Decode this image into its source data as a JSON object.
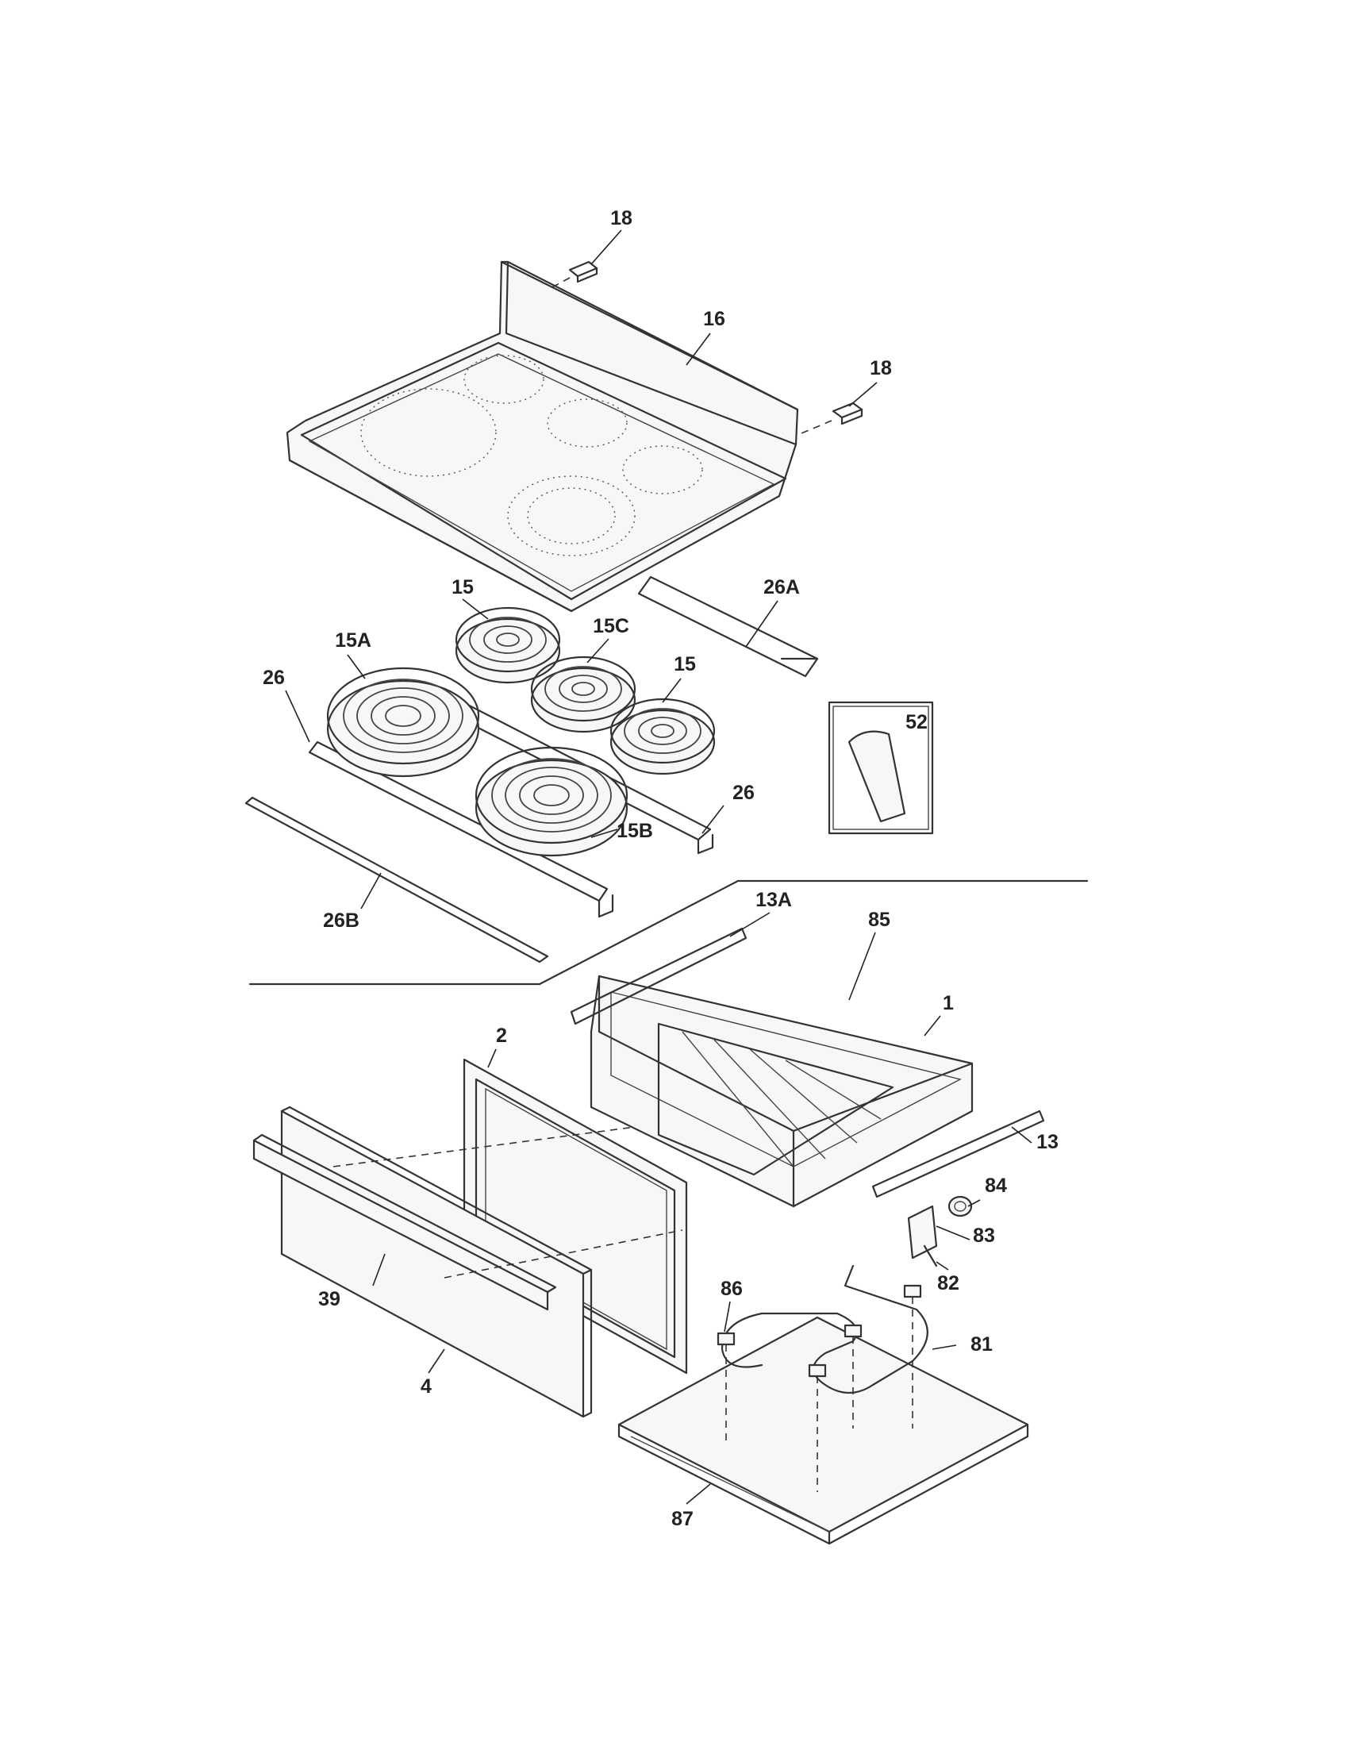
{
  "labels": {
    "p18a": "18",
    "p16": "16",
    "p18b": "18",
    "p26A": "26A",
    "p15a": "15",
    "p15C": "15C",
    "p15A": "15A",
    "p15b": "15",
    "p26a": "26",
    "p52": "52",
    "p26b": "26",
    "p15B": "15B",
    "p26B": "26B",
    "p13A": "13A",
    "p85": "85",
    "p1": "1",
    "p2": "2",
    "p13": "13",
    "p84": "84",
    "p83": "83",
    "p82": "82",
    "p86": "86",
    "p39": "39",
    "p81": "81",
    "p4": "4",
    "p87": "87"
  }
}
